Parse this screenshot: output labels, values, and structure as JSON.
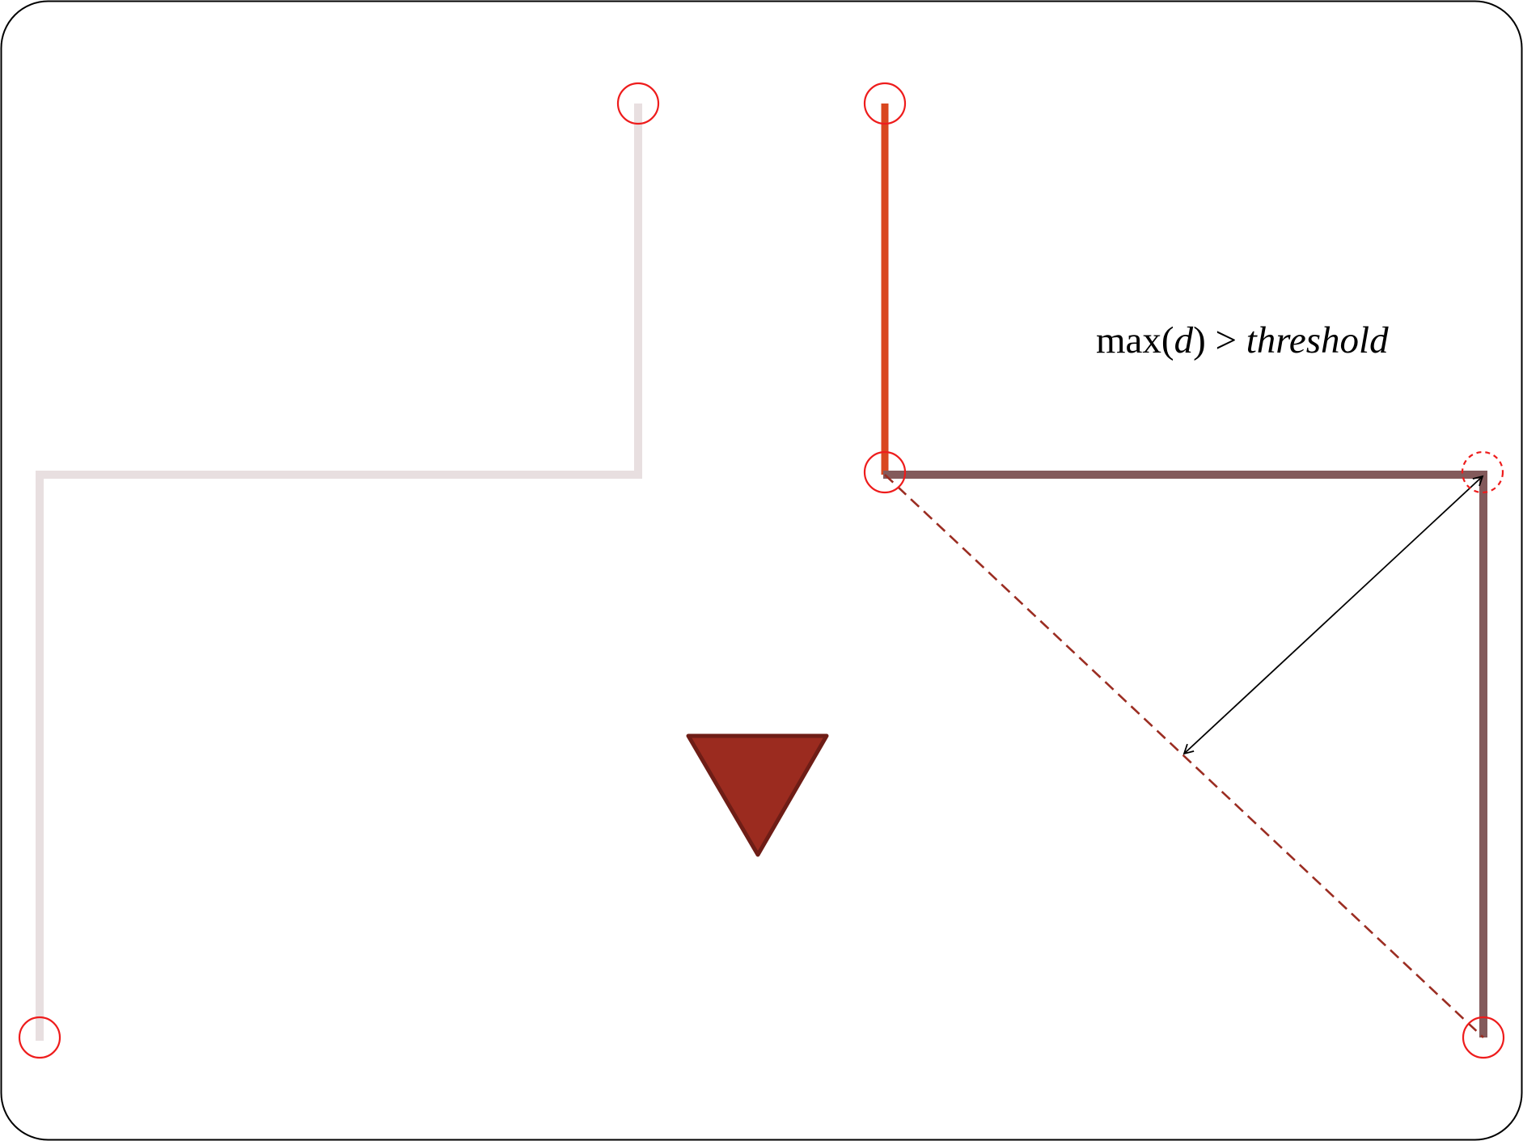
{
  "diagram": {
    "formula": {
      "func": "max",
      "open_paren": "(",
      "var": "d",
      "close_paren": ")",
      "operator": " > ",
      "rhs": "threshold"
    },
    "colors": {
      "frame": "#000000",
      "background": "#ffffff",
      "original_path": "#e8dfe0",
      "kept_segment": "#d9471f",
      "split_segment": "#835a5b",
      "endpoint_marker": "#ee1c1c",
      "chord": "#9b2d22",
      "distance_arrow": "#000000",
      "transition_arrow_fill": "#9b2b1f",
      "transition_arrow_stroke": "#6e1d16"
    },
    "icons": {
      "transition": "down-triangle-icon",
      "endpoint": "circle-marker-icon",
      "candidate_point": "dashed-circle-marker-icon"
    }
  }
}
